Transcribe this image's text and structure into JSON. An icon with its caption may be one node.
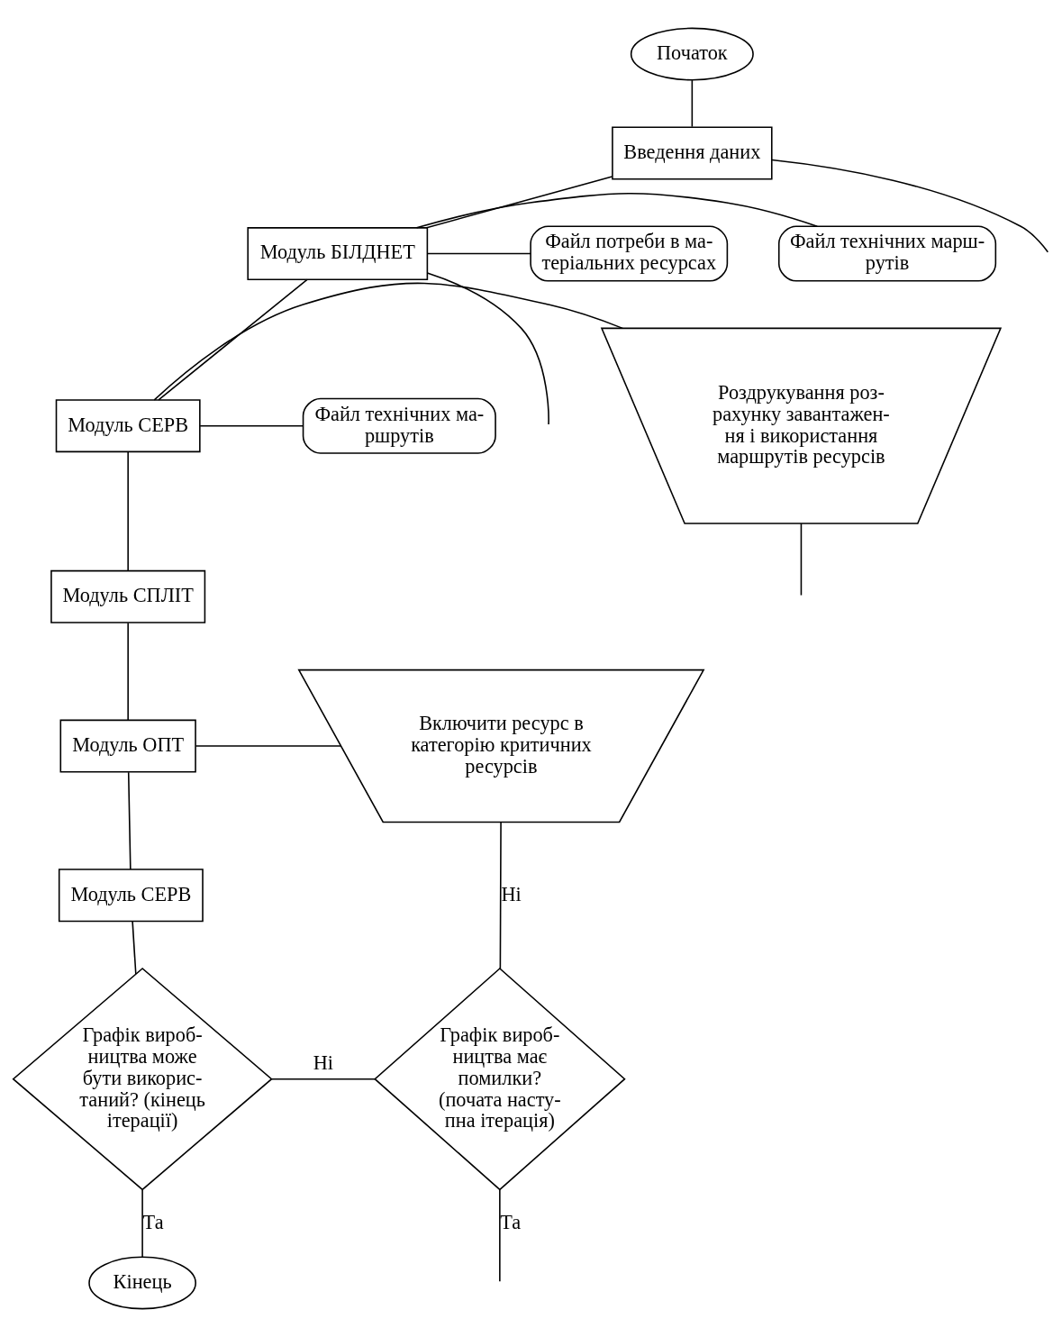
{
  "diagram": {
    "nodes": [
      {
        "text": [
          "Початок"
        ]
      },
      {
        "text": [
          "Введення даних"
        ]
      },
      {
        "text": [
          "Файл потреби в ма- теріальних ресурсах"
        ]
      },
      {
        "text": [
          "Модуль БІЛДНЕТ"
        ]
      },
      {
        "text": [
          "Файл технічних марш- рутів"
        ]
      },
      {
        "text": [
          "Файл технічних ма- ршрутів"
        ]
      },
      {
        "text": [
          "Модуль СЕРВ"
        ]
      },
      {
        "text": [
          "Роздрукування роз- рахунку завантажен- ня і використання маршрутів ресурсів"
        ]
      },
      {
        "text": [
          "Модуль СПЛІТ"
        ]
      },
      {
        "text": [
          "Модуль ОПТ"
        ]
      },
      {
        "text": [
          "Включити ресурс в категорію критичних ресурсів"
        ]
      },
      {
        "text": [
          "Модуль СЕРВ"
        ]
      },
      {
        "text": [
          "Графік вироб- ництва може бути викорис- таний? (кінець ітерації)"
        ]
      },
      {
        "text": [
          "Графік вироб- ництва має помилки? (почата насту- пна ітерація)"
        ]
      },
      {
        "text": [
          "Кінець"
        ]
      }
    ],
    "edges": [
      {
        "from": 0,
        "to": 1,
        "arrow": "none"
      },
      {
        "from": 1,
        "to": 3,
        "arrow": "none"
      },
      {
        "from": 1,
        "to": null,
        "arrow": "none"
      },
      {
        "from": 2,
        "to": 3,
        "arrow": "none"
      },
      {
        "from": 3,
        "to": 4,
        "arrow": "none"
      },
      {
        "from": 3,
        "to": null,
        "arrow": "none"
      },
      {
        "from": 3,
        "to": 6,
        "arrow": "none"
      },
      {
        "from": 5,
        "to": 6,
        "arrow": "none"
      },
      {
        "from": 6,
        "to": 7,
        "arrow": "none"
      },
      {
        "from": 7,
        "to": null,
        "arrow": "none"
      },
      {
        "from": 6,
        "to": 8,
        "arrow": "none"
      },
      {
        "from": 8,
        "to": 9,
        "arrow": "none"
      },
      {
        "from": 9,
        "to": 10,
        "arrow": "none"
      },
      {
        "from": 9,
        "to": 11,
        "arrow": "none"
      },
      {
        "from": 10,
        "to": 13,
        "label": "Ні",
        "arrow": "none"
      },
      {
        "from": 11,
        "to": 12,
        "arrow": "none"
      },
      {
        "from": 12,
        "to": 13,
        "label": "Ні",
        "arrow": "none"
      },
      {
        "from": 13,
        "to": null,
        "label": "Та",
        "arrow": "none"
      },
      {
        "from": 12,
        "to": 14,
        "label": "Та",
        "arrow": "none"
      }
    ]
  }
}
